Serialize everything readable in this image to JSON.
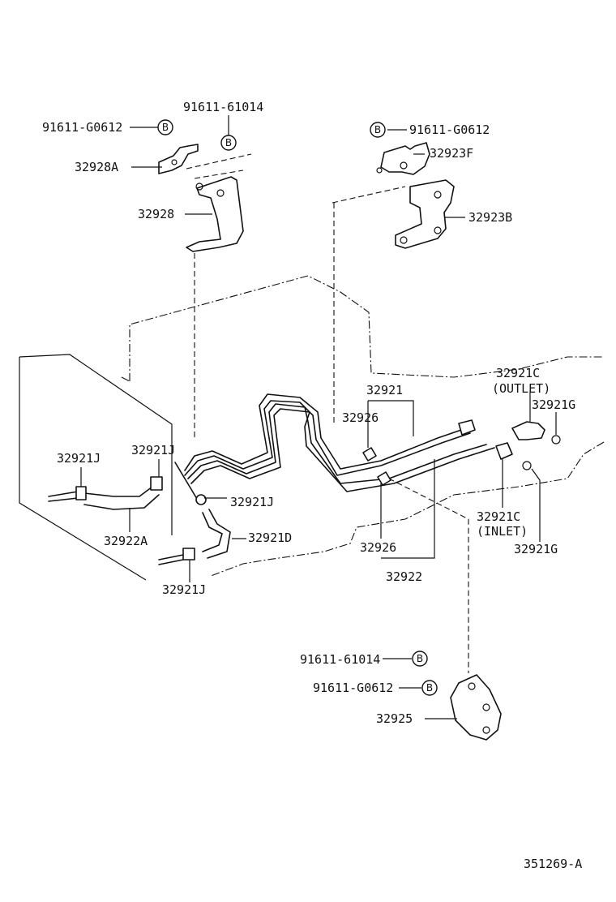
{
  "diagram_id": "351269-A",
  "marker_letter": "B",
  "labels": {
    "p_91611_G0612_tl": "91611-G0612",
    "p_91611_61014_tl": "91611-61014",
    "p_32928A": "32928A",
    "p_32928": "32928",
    "p_91611_G0612_tr": "91611-G0612",
    "p_32923F": "32923F",
    "p_32923B": "32923B",
    "p_32921C_outlet": "32921C",
    "p_outlet": "(OUTLET)",
    "p_32921G_top": "32921G",
    "p_32921": "32921",
    "p_32926_top": "32926",
    "p_32921J_a": "32921J",
    "p_32921J_b": "32921J",
    "p_32921J_c": "32921J",
    "p_32921J_d": "32921J",
    "p_32922A": "32922A",
    "p_32921D": "32921D",
    "p_32921C_inlet": "32921C",
    "p_inlet": "(INLET)",
    "p_32921G_bot": "32921G",
    "p_32926_bot": "32926",
    "p_32922": "32922",
    "p_91611_61014_b": "91611-61014",
    "p_91611_G0612_b": "91611-G0612",
    "p_32925": "32925"
  }
}
